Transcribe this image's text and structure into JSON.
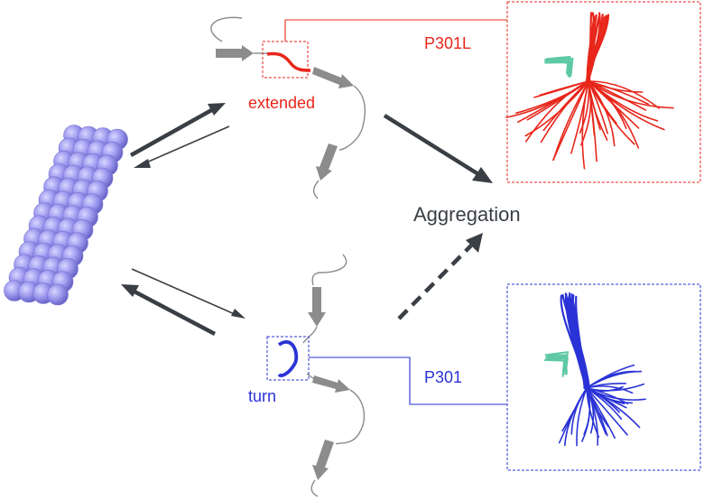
{
  "labels": {
    "extended": "extended",
    "p301l": "P301L",
    "aggregation": "Aggregation",
    "turn": "turn",
    "p301": "P301"
  },
  "colors": {
    "red": "#e8261b",
    "blue": "#2a33d6",
    "teal": "#5fc9a4",
    "sphere": "#9b98ee",
    "sphere_dark": "#6a66c8",
    "dark_arrow": "#3a3f45",
    "gray_arrow": "#8c8c8c",
    "chain": "#8a8a8a"
  },
  "icons": {
    "fibril": "fibril-spheres-icon",
    "red_bundle": "p301l-conformation-bundle-icon",
    "blue_bundle": "p301-conformation-bundle-icon"
  }
}
